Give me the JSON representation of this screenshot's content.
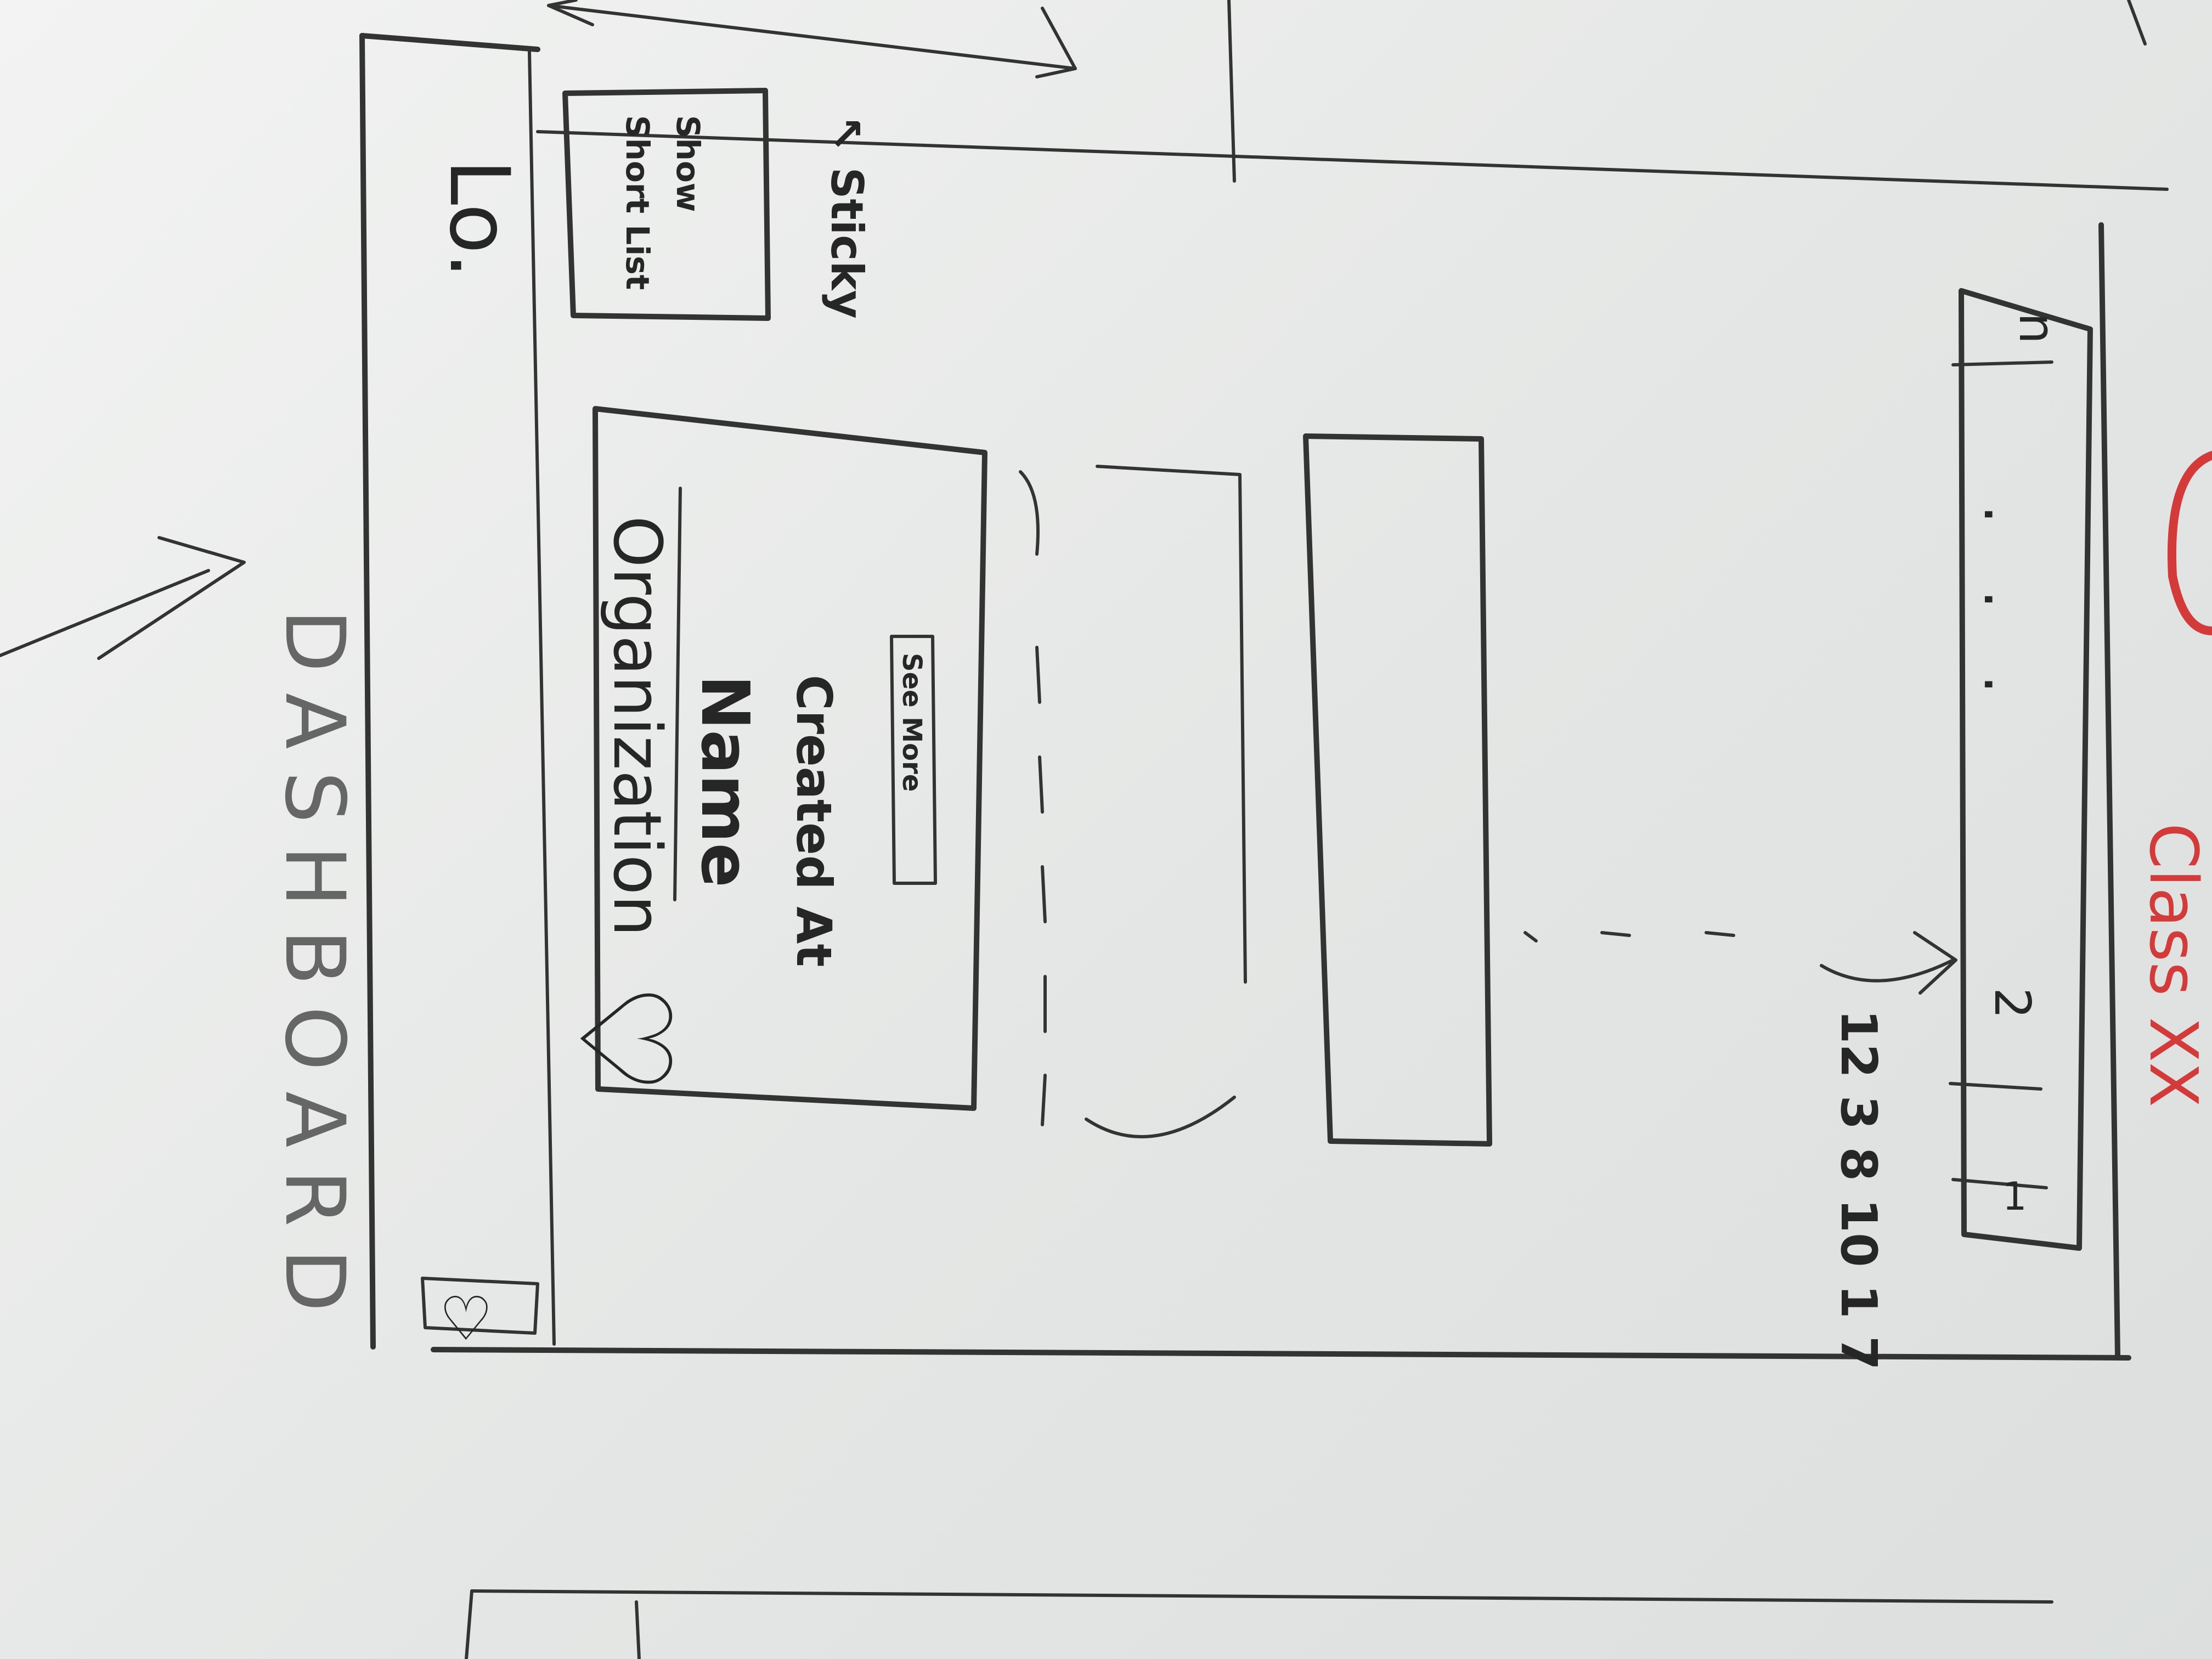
{
  "title": "DASHBOARD",
  "header": {
    "logo_text": "Lo."
  },
  "sidebar": {
    "shortlist_label": "Show Short List",
    "sticky_note": "↖ Sticky"
  },
  "cards": [
    {
      "title": "Organization",
      "name_label": "Name",
      "created_label": "Created At",
      "button_label": "See More"
    }
  ],
  "pagination": {
    "pages": [
      "1",
      "2",
      "...",
      "n"
    ],
    "note": "12 3 8 10 1 7"
  },
  "red_note": "Class XX",
  "icons": {
    "logo": "heart-icon",
    "card_icon": "heart-icon"
  },
  "colors": {
    "ink": "#262626",
    "annotation": "#d33a3a",
    "board": "#e7e9e8"
  }
}
